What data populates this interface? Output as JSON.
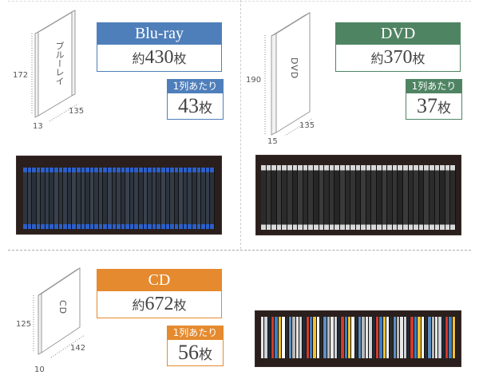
{
  "labels": {
    "per_row": "1列あたり",
    "approx_prefix": "約",
    "unit": "枚"
  },
  "sections": [
    {
      "id": "bluray",
      "title": "Blu-ray",
      "total": "430",
      "per_row": "43",
      "color": "#4f7fba",
      "case_label": "ブルーレイ",
      "dims": {
        "height": "172",
        "depth": "135",
        "width": "13"
      }
    },
    {
      "id": "dvd",
      "title": "DVD",
      "total": "370",
      "per_row": "37",
      "color": "#4f8463",
      "case_label": "DVD",
      "dims": {
        "height": "190",
        "depth": "135",
        "width": "15"
      }
    },
    {
      "id": "cd",
      "title": "CD",
      "total": "672",
      "per_row": "56",
      "color": "#e58a2e",
      "case_label": "CD",
      "dims": {
        "height": "125",
        "depth": "142",
        "width": "10"
      }
    }
  ],
  "photos": [
    {
      "id": "bluray-shelf-photo",
      "alt": "Blu-ray cases on shelf"
    },
    {
      "id": "dvd-shelf-photo",
      "alt": "DVD cases on shelf"
    },
    {
      "id": "cd-shelf-photo",
      "alt": "CD cases on shelf"
    }
  ]
}
